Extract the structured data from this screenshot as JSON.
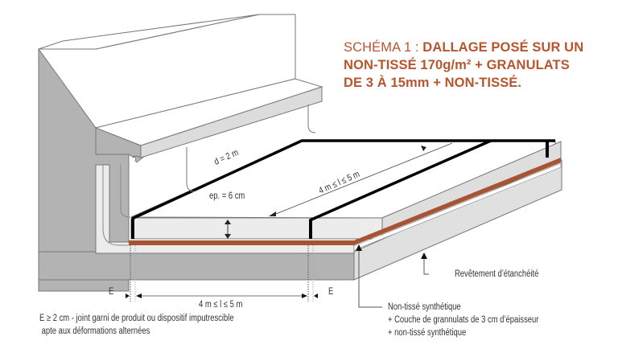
{
  "title": {
    "prefix": "SCHÉMA 1 : ",
    "line1_bold": "DALLAGE POSÉ SUR UN",
    "line2": "NON-TISSÉ 170g/m² + GRANULATS",
    "line3": "DE 3 À 15mm + NON-TISSÉ."
  },
  "labels": {
    "d": "d = 2 m",
    "ep": "ep. = 6 cm",
    "length_diag": "4 m ≤ l ≤ 5 m",
    "length_bottom": "4 m ≤ l ≤ 5 m",
    "e_left": "E",
    "e_right": "E",
    "revetement": "Revêtement d’étanchéité",
    "nontisse_1": "Non-tissé synthétique",
    "nontisse_2": "+ Couche de grannulats de 3 cm d’épaisseur",
    "nontisse_3": "+ non-tissé synthétique",
    "note_1": "E ≥ 2 cm - joint garni de produit ou dispositif imputrescible",
    "note_2": " apte aux déformations alternées"
  },
  "colors": {
    "accent": "#b5562f",
    "membrane": "#a65434",
    "wall_dark": "#b3b3b3",
    "slab_light": "#e8e8e8",
    "outline": "#777777",
    "joint": "#000000",
    "text": "#333333"
  }
}
